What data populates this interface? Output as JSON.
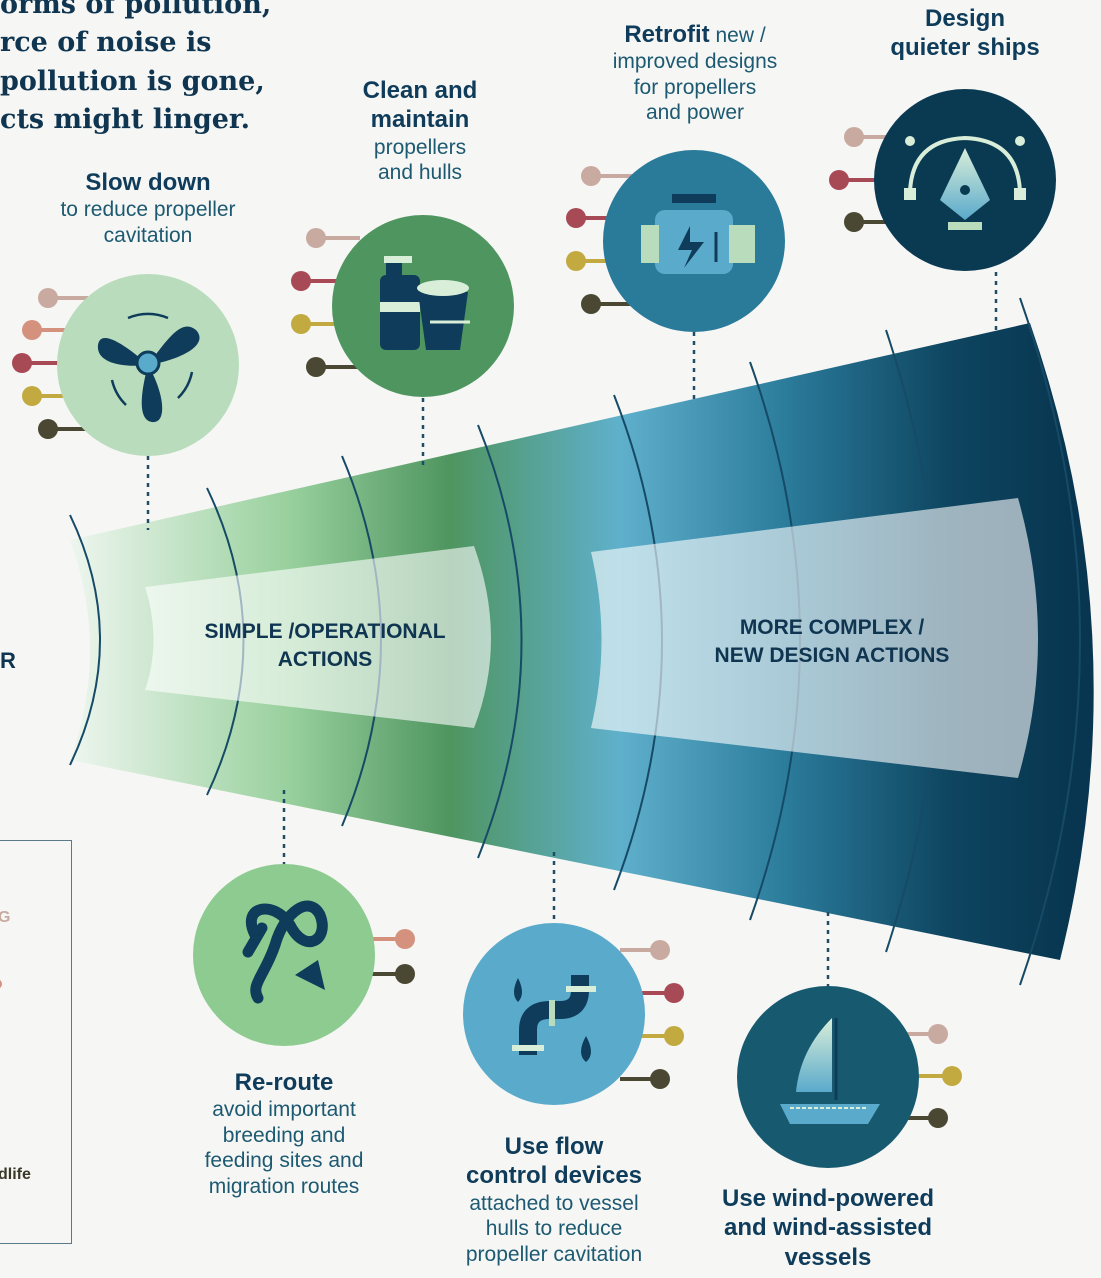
{
  "intro": {
    "lines": [
      "orms of pollution,",
      "rce of noise is",
      "pollution is gone,",
      "cts might linger."
    ]
  },
  "band": {
    "simple_label": [
      "SIMPLE /OPERATIONAL",
      "ACTIONS"
    ],
    "complex_label": [
      "MORE COMPLEX /",
      "NEW DESIGN ACTIONS"
    ]
  },
  "actions": {
    "slow_down": {
      "title": "Slow down",
      "body": [
        "to reduce propeller",
        "cavitation"
      ],
      "icon": "propeller-icon"
    },
    "clean": {
      "title": [
        "Clean and",
        "maintain"
      ],
      "body": [
        "propellers",
        "and hulls"
      ],
      "icon": "cleaning-supplies-icon"
    },
    "retrofit": {
      "title": "Retrofit",
      "title_suffix": " new /",
      "body": [
        "improved designs",
        "for propellers",
        "and power"
      ],
      "icon": "engine-icon"
    },
    "design": {
      "title": [
        "Design",
        "quieter ships"
      ],
      "icon": "pen-tool-icon"
    },
    "reroute": {
      "title": "Re-route",
      "body": [
        "avoid important",
        "breeding and",
        "feeding sites and",
        "migration routes"
      ],
      "icon": "route-icon"
    },
    "flow": {
      "title": [
        "Use flow",
        "control devices"
      ],
      "body": [
        "attached to vessel",
        "hulls to reduce",
        "propeller cavitation"
      ],
      "icon": "pipe-flow-icon"
    },
    "wind": {
      "title": [
        "Use wind-powered",
        "and wind-assisted",
        "vessels"
      ],
      "icon": "sailboat-icon"
    }
  },
  "legend": {
    "item_g": "G",
    "item_wildlife": "dlife"
  },
  "edge_letter": "R",
  "colors": {
    "tan": "#c9aaa0",
    "salmon": "#d4927e",
    "red": "#a84a56",
    "mustard": "#c2aa40",
    "olive": "#4a4832",
    "green_light": "#b9dcbc",
    "green_mid": "#4f9560",
    "green_bright": "#8dcb91",
    "blue_mid": "#5aaacb",
    "blue_dark": "#2a7a9a",
    "teal_dark": "#175a70",
    "navy": "#0a3a52"
  }
}
